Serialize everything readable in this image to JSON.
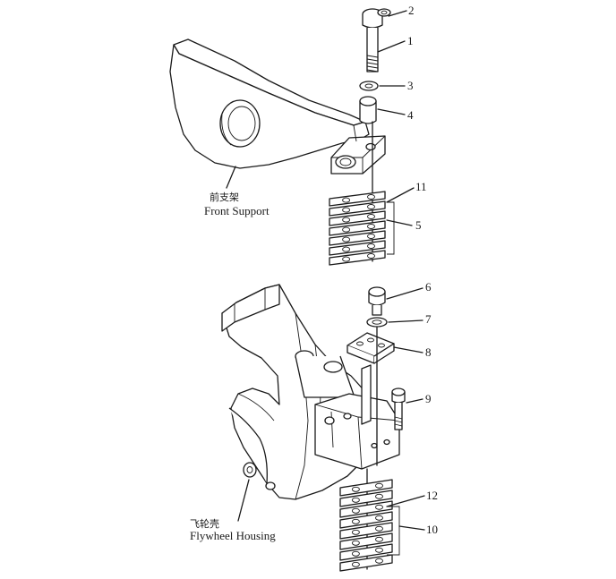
{
  "parts": {
    "front_support": {
      "label_cn": "前支架",
      "label_en": "Front Support"
    },
    "flywheel_housing": {
      "label_cn": "飞轮壳",
      "label_en": "Flywheel Housing"
    }
  },
  "callouts": [
    "1",
    "2",
    "3",
    "4",
    "5",
    "6",
    "7",
    "8",
    "9",
    "10",
    "11",
    "12"
  ]
}
